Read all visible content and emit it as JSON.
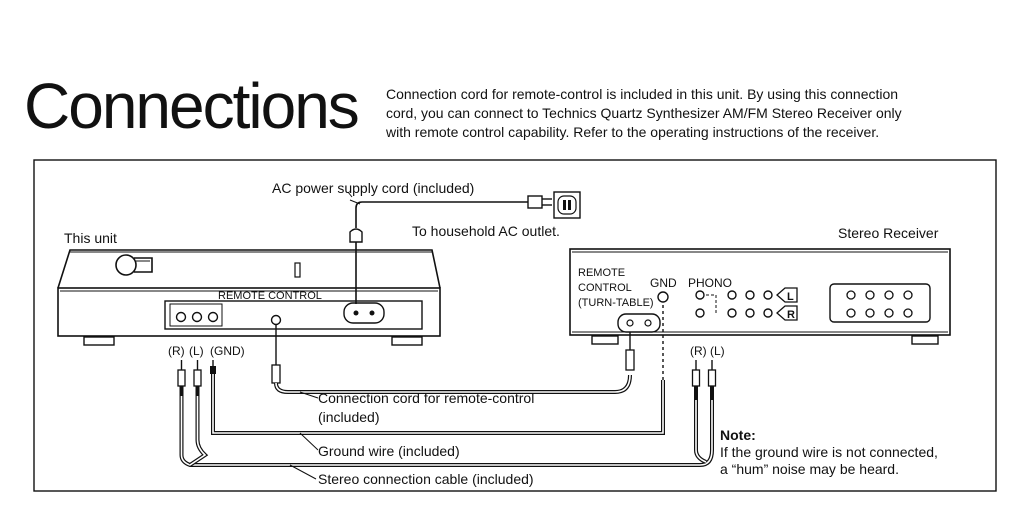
{
  "header": {
    "title": "Connections",
    "intro_lines": [
      "Connection cord for remote-control is included in this unit. By using this connection",
      "cord, you can connect to Technics Quartz Synthesizer AM/FM Stereo Receiver only",
      "with remote control capability. Refer to the operating instructions of the receiver."
    ]
  },
  "diagram": {
    "ac_cord_label": "AC power supply cord (included)",
    "ac_outlet_label": "To household AC outlet.",
    "this_unit_label": "This unit",
    "remote_control_panel": "REMOTE CONTROL",
    "jack_r": "(R)",
    "jack_l": "(L)",
    "jack_gnd": "(GND)",
    "receiver_label": "Stereo Receiver",
    "remote_control_line1": "REMOTE",
    "remote_control_line2": "CONTROL",
    "remote_control_line3": "(TURN-TABLE)",
    "gnd_label": "GND",
    "phono_label": "PHONO",
    "receiver_r": "(R)",
    "receiver_l": "(L)",
    "side_l": "L",
    "side_r": "R",
    "remote_cord_line1": "Connection cord for remote-control",
    "remote_cord_line2": "(included)",
    "ground_wire_label": "Ground wire (included)",
    "stereo_cable_label": "Stereo connection cable (included)",
    "note_title": "Note:",
    "note_line1": "If the ground wire is not connected,",
    "note_line2": "a “hum” noise may be heard."
  }
}
